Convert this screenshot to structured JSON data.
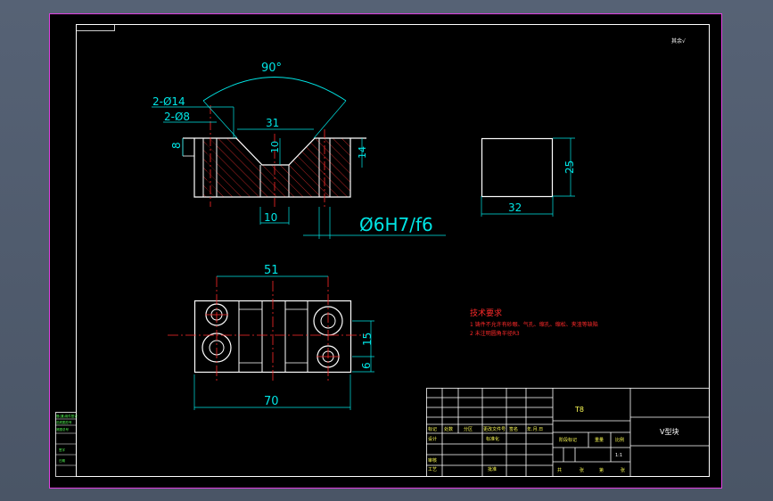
{
  "colors": {
    "viewport_bg": "#4f5b6c",
    "sheet_bg": "#000000",
    "frame": "#e040e0",
    "outline": "#ffffff",
    "dimension": "#00e5e5",
    "center_line": "#ff2a2a",
    "hatch": "#ff3333",
    "title_text": "#ffff55"
  },
  "top_view": {
    "angle": "90°",
    "hole_big": "2-Ø14",
    "hole_small": "2-Ø8",
    "width_top": "31",
    "height_left": "8",
    "depth_v": "10",
    "height_right": "14",
    "bottom_width": "10",
    "fit": "Ø6H7/f6"
  },
  "side_view": {
    "height": "25",
    "width": "32"
  },
  "plan_view": {
    "hole_spacing": "51",
    "length": "70",
    "offset_15": "15",
    "offset_6": "6"
  },
  "notes": {
    "roughness": "其余√",
    "title": "技术要求",
    "line1": "1 铸件不允许有砂眼、气孔、缩孔、缩松、夹渣等缺陷",
    "line2": "2 未注明圆角半径R3"
  },
  "title_block": {
    "material": "T8",
    "part_name": "V型块",
    "row_labels": [
      "标记",
      "处数",
      "分区",
      "更改文件号",
      "签名",
      "年.月.日"
    ],
    "designer": "设计",
    "standardize": "标准化",
    "stage_mark": "阶段标记",
    "weight": "重量",
    "scale": "比例",
    "scale_value": "1:1",
    "audit": "审核",
    "process": "工艺",
    "approve": "批准",
    "total": "共",
    "sheets": "张",
    "page": "第",
    "sheet2": "张"
  },
  "side_stamp": [
    "借(通)用件登记",
    "旧底图总号",
    "底图总号",
    "签字",
    "日期"
  ]
}
